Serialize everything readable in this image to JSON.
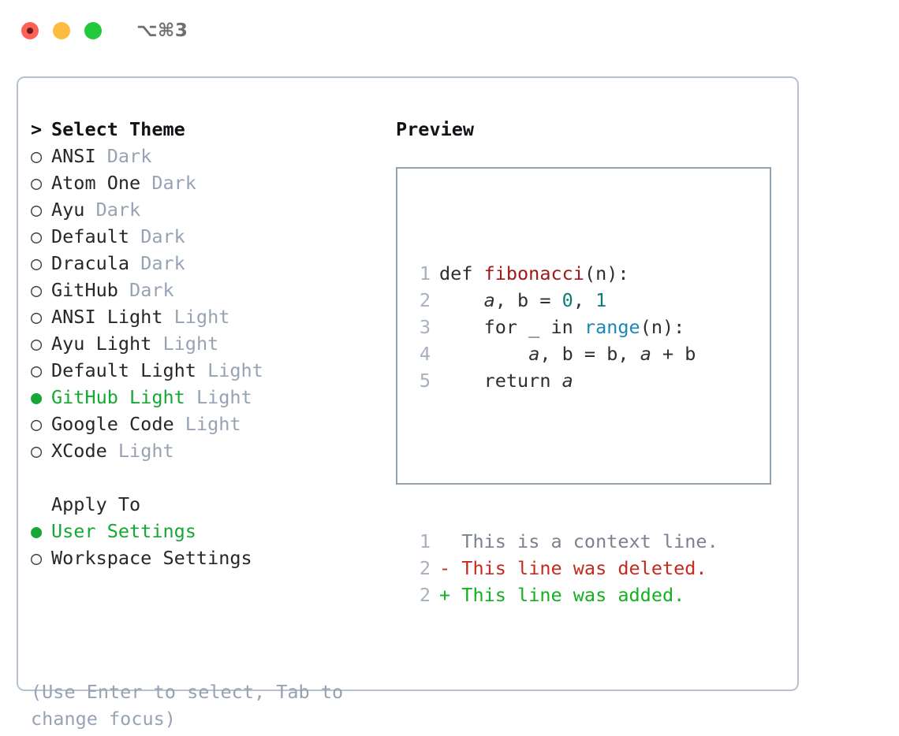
{
  "titlebar": {
    "shortcut": "⌥⌘3",
    "buttons": [
      {
        "name": "close",
        "color": "#fc6058"
      },
      {
        "name": "minimize",
        "color": "#fdbc40"
      },
      {
        "name": "maximize",
        "color": "#22c93c"
      }
    ]
  },
  "colors": {
    "accent_green": "#16a834",
    "badge_gray": "#97a3b4",
    "border": "#b8c2cf",
    "preview_border": "#94a3b0",
    "diff_add": "#13b020",
    "diff_del": "#c62a1f",
    "code_fn": "#a01919",
    "code_num": "#0f7b78",
    "code_builtin": "#1a87b8"
  },
  "left": {
    "header": {
      "caret": ">",
      "label": "Select Theme"
    },
    "themes": [
      {
        "bullet": "○",
        "name": "ANSI",
        "badge": "Dark",
        "selected": false
      },
      {
        "bullet": "○",
        "name": "Atom One",
        "badge": "Dark",
        "selected": false
      },
      {
        "bullet": "○",
        "name": "Ayu",
        "badge": "Dark",
        "selected": false
      },
      {
        "bullet": "○",
        "name": "Default",
        "badge": "Dark",
        "selected": false
      },
      {
        "bullet": "○",
        "name": "Dracula",
        "badge": "Dark",
        "selected": false
      },
      {
        "bullet": "○",
        "name": "GitHub",
        "badge": "Dark",
        "selected": false
      },
      {
        "bullet": "○",
        "name": "ANSI Light",
        "badge": "Light",
        "selected": false
      },
      {
        "bullet": "○",
        "name": "Ayu Light",
        "badge": "Light",
        "selected": false
      },
      {
        "bullet": "○",
        "name": "Default Light",
        "badge": "Light",
        "selected": false
      },
      {
        "bullet": "●",
        "name": "GitHub Light",
        "badge": "Light",
        "selected": true
      },
      {
        "bullet": "○",
        "name": "Google Code",
        "badge": "Light",
        "selected": false
      },
      {
        "bullet": "○",
        "name": "XCode",
        "badge": "Light",
        "selected": false
      }
    ],
    "apply_to": {
      "label": "Apply To",
      "options": [
        {
          "bullet": "●",
          "label": "User Settings",
          "selected": true
        },
        {
          "bullet": "○",
          "label": "Workspace Settings",
          "selected": false
        }
      ]
    },
    "hint": "(Use Enter to select, Tab to change focus)"
  },
  "right": {
    "title": "Preview",
    "code_lines": [
      {
        "num": "1",
        "tokens": [
          {
            "t": "def ",
            "c": "kw"
          },
          {
            "t": "fibonacci",
            "c": "fn"
          },
          {
            "t": "(n):",
            "c": "pl"
          }
        ]
      },
      {
        "num": "2",
        "tokens": [
          {
            "t": "    ",
            "c": "pl"
          },
          {
            "t": "a",
            "c": "var"
          },
          {
            "t": ", ",
            "c": "pl"
          },
          {
            "t": "b",
            "c": "kw"
          },
          {
            "t": " = ",
            "c": "pl"
          },
          {
            "t": "0",
            "c": "num"
          },
          {
            "t": ", ",
            "c": "pl"
          },
          {
            "t": "1",
            "c": "num"
          }
        ]
      },
      {
        "num": "3",
        "tokens": [
          {
            "t": "    for _ in ",
            "c": "kw"
          },
          {
            "t": "range",
            "c": "bi"
          },
          {
            "t": "(n):",
            "c": "pl"
          }
        ]
      },
      {
        "num": "4",
        "tokens": [
          {
            "t": "        ",
            "c": "pl"
          },
          {
            "t": "a",
            "c": "var"
          },
          {
            "t": ", b = b, ",
            "c": "kw"
          },
          {
            "t": "a",
            "c": "var"
          },
          {
            "t": " + b",
            "c": "kw"
          }
        ]
      },
      {
        "num": "5",
        "tokens": [
          {
            "t": "    return ",
            "c": "kw"
          },
          {
            "t": "a",
            "c": "var"
          }
        ]
      }
    ],
    "diff_lines": [
      {
        "num": "1",
        "marker": " ",
        "text": "This is a context line.",
        "kind": "ctx"
      },
      {
        "num": "2",
        "marker": "-",
        "text": "This line was deleted.",
        "kind": "del"
      },
      {
        "num": "2",
        "marker": "+",
        "text": "This line was added.",
        "kind": "add"
      }
    ]
  }
}
